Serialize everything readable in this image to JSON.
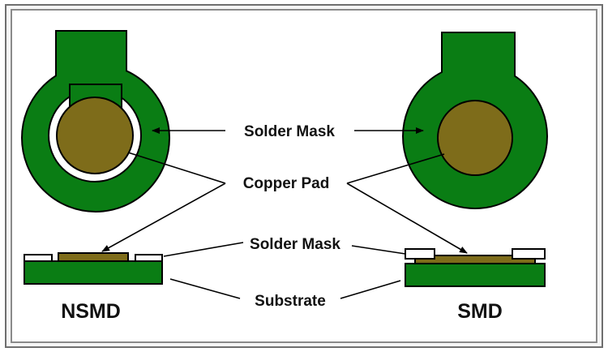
{
  "labels": {
    "solder_mask_top": "Solder Mask",
    "copper_pad": "Copper Pad",
    "solder_mask_bottom": "Solder Mask",
    "substrate": "Substrate",
    "nsmd": "NSMD",
    "smd": "SMD"
  },
  "colors": {
    "mask_green": "#0a7d14",
    "copper": "#7e6c1a",
    "outline": "#000000",
    "background": "#ffffff",
    "frame": "#777777"
  }
}
